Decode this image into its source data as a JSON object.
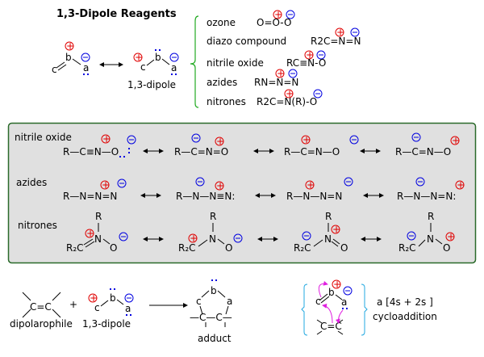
{
  "header": {
    "title": "1,3-Dipole Reagents",
    "dipole_label": "1,3-dipole"
  },
  "dipole_types": [
    {
      "name": "ozone",
      "formula": "O=O-O"
    },
    {
      "name": "diazo compound",
      "formula": "R2C=N=N"
    },
    {
      "name": "nitrile oxide",
      "formula": "RC≡N-O"
    },
    {
      "name": "azides",
      "formula": "RN=N=N"
    },
    {
      "name": "nitrones",
      "formula": "R2C=N(R)-O"
    }
  ],
  "resonance_box": {
    "rows": [
      {
        "label": "nitrile oxide",
        "structures": [
          "R—C≡N—O",
          "R—C=N=O",
          "R—C=N—O",
          "R—C=N—O"
        ]
      },
      {
        "label": "azides",
        "structures": [
          "R—N=N=N",
          "R—N—N≡N",
          "R—N—N=N",
          "R—N—N=N"
        ]
      },
      {
        "label": "nitrones",
        "structures": [
          "R2C=N(R)—O",
          "R2C—N(R)—O",
          "R2C—N(R)=O",
          "R2C—N(R)—O"
        ]
      }
    ]
  },
  "reaction": {
    "reactant1_label": "dipolarophile",
    "plus": "+",
    "reactant2_label": "1,3-dipole",
    "product_label": "adduct",
    "mechanism_line1": "a [4s + 2s ]",
    "mechanism_line2": "cycloaddition"
  },
  "colors": {
    "positive_charge": "#e00000",
    "negative_charge": "#0000e0",
    "brace_green": "#22aa22",
    "box_border": "#2a6a2a",
    "box_fill": "#e0e0e0",
    "mechanism_arrows": "#e020e0",
    "bracket_cyan": "#22a8e0"
  }
}
